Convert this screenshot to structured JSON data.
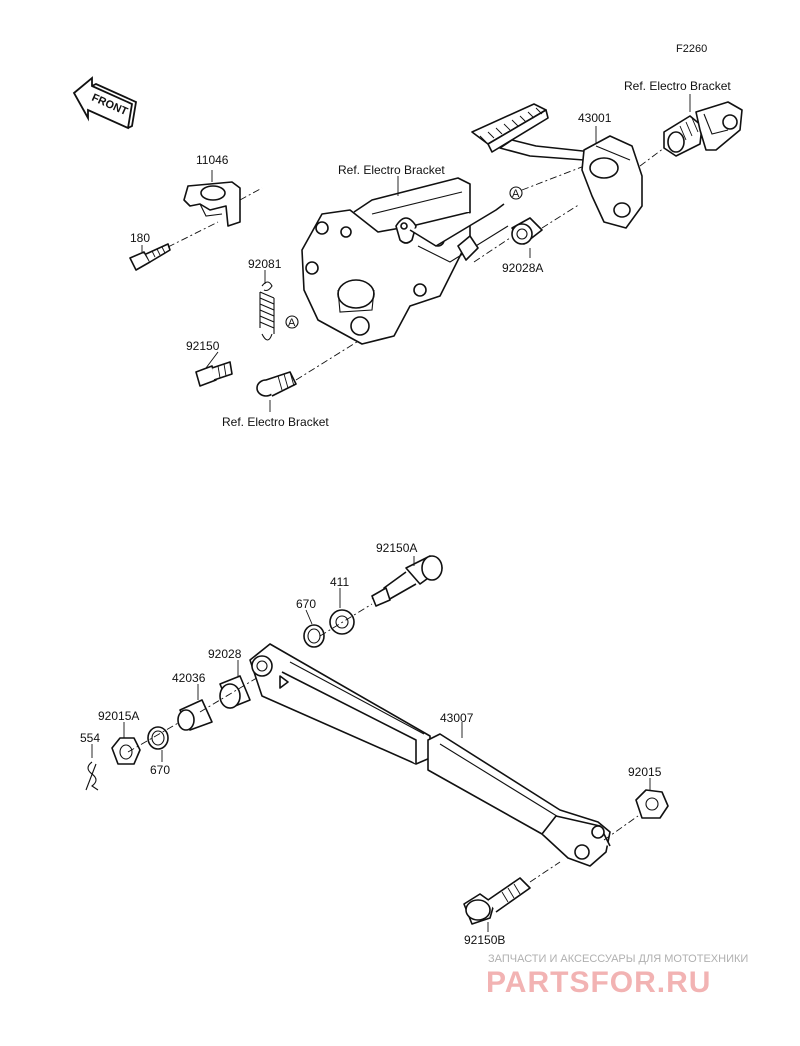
{
  "figure_code": "F2260",
  "front_label": "FRONT",
  "reference_mark": "A",
  "refs": {
    "top_right": "Ref. Electro Bracket",
    "upper_mid": "Ref. Electro Bracket",
    "lower": "Ref. Electro Bracket"
  },
  "parts": {
    "p11046": "11046",
    "p180": "180",
    "p92081": "92081",
    "p92150": "92150",
    "p43001": "43001",
    "p92028A": "92028A",
    "p92150A": "92150A",
    "p411": "411",
    "p670_upper": "670",
    "p92028": "92028",
    "p42036": "42036",
    "p92015A": "92015A",
    "p554": "554",
    "p670_lower": "670",
    "p43007": "43007",
    "p92015": "92015",
    "p92150B": "92150B"
  },
  "watermark": {
    "tagline": "ЗАПЧАСТИ И АКСЕССУАРЫ ДЛЯ МОТОТЕХНИКИ",
    "brand": "PARTSFOR.RU"
  },
  "colors": {
    "line": "#111111",
    "watermark_brand": "#f2b3b3",
    "watermark_tagline": "#b0b0b0"
  }
}
